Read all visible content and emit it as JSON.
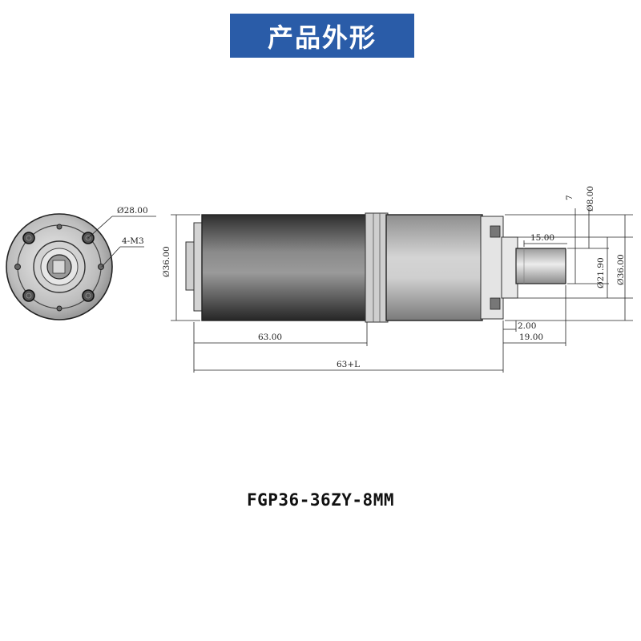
{
  "header": {
    "title": "产品外形"
  },
  "drawing": {
    "dims": {
      "face_pitch": "Ø28.00",
      "face_holes": "4-M3",
      "body_dia": "Ø36.00",
      "motor_len": "63.00",
      "total_len": "63+L",
      "flange_thk": "2.00",
      "shaft_ext": "19.00",
      "shaft_len": "15.00",
      "flat": "7",
      "shaft_dia": "Ø8.00",
      "boss_dia": "Ø21.90",
      "gear_dia": "Ø36.00"
    }
  },
  "product": {
    "model": "FGP36-36ZY-8MM"
  },
  "colors": {
    "banner": "#2a5ca8",
    "body_dark": "#4a4a4a",
    "body_light": "#bdbdbd"
  }
}
